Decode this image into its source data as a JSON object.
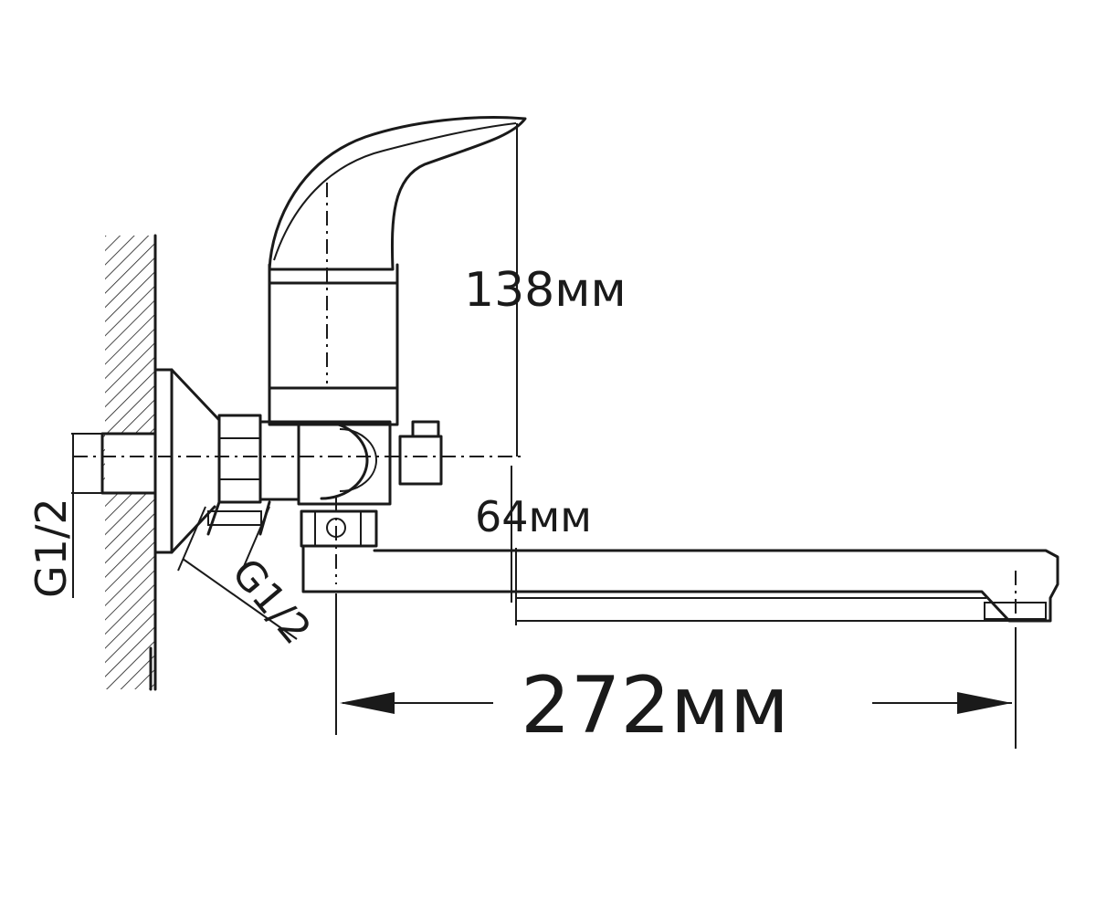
{
  "dimensions": {
    "height": "138мм",
    "spout_offset": "64мм",
    "spout_length": "272мм",
    "wall_thread": "G1/2",
    "inlet_thread": "G1/2"
  }
}
